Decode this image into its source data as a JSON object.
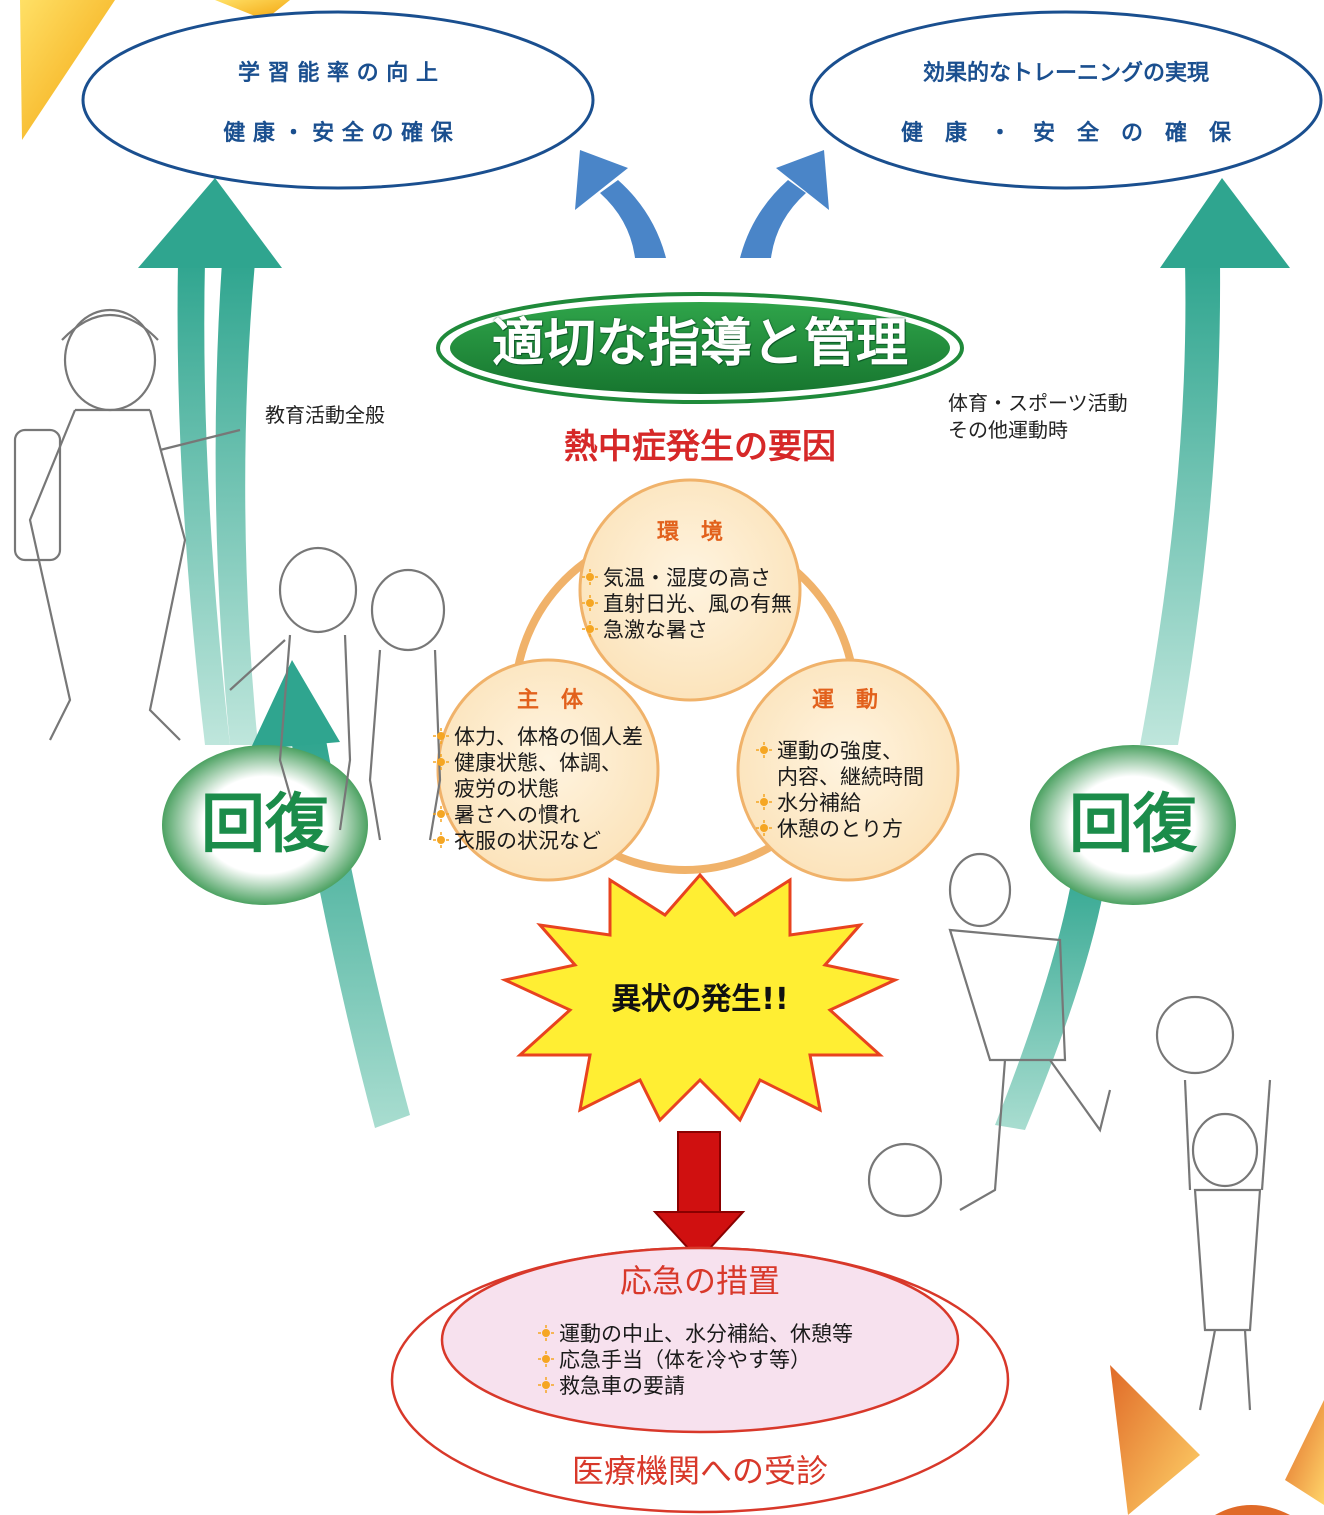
{
  "goals": {
    "left": [
      "学 習 能 率 の 向 上",
      "健 康 ・ 安 全 の 確 保"
    ],
    "right": [
      "効果的なトレーニングの実現",
      "健　康　・　安　全　の　確　保"
    ]
  },
  "captions": {
    "left": "教育活動全般",
    "right_line1": "体育・スポーツ活動",
    "right_line2": "その他運動時"
  },
  "main_label": "適切な指導と管理",
  "cause_title": "熱中症発生の要因",
  "factors": {
    "environment": {
      "title": "環　境",
      "items": [
        "気温・湿度の高さ",
        "直射日光、風の有無",
        "急激な暑さ"
      ]
    },
    "subject": {
      "title": "主　体",
      "items": [
        "体力、体格の個人差",
        "健康状態、体調、",
        "疲労の状態",
        "暑さへの慣れ",
        "衣服の状況など"
      ]
    },
    "exercise": {
      "title": "運　動",
      "items": [
        "運動の強度、",
        "内容、継続時間",
        "水分補給",
        "休憩のとり方"
      ]
    }
  },
  "recovery_label": "回復",
  "abnormality_label": "異状の発生!!",
  "first_aid": {
    "title": "応急の措置",
    "items": [
      "運動の中止、水分補給、休憩等",
      "応急手当（体を冷やす等）",
      "救急車の要請"
    ]
  },
  "medical_label": "医療機関への受診",
  "colors": {
    "teal_arrow": "#3aaa96",
    "blue_arrow": "#4a85c8",
    "goal_border": "#1a4f8f",
    "main_green": "#1f8a3a",
    "factor_fill": "#fbe6c2",
    "factor_border": "#f0b26a",
    "burst_fill": "#ffee33",
    "red_arrow": "#d01010",
    "first_aid_fill": "#f7e1ee",
    "first_aid_border": "#d8382a"
  },
  "icons": [
    "sun-bullet-icon",
    "teal-arrow-icon",
    "blue-arrow-icon",
    "red-down-arrow-icon",
    "burst-icon"
  ]
}
